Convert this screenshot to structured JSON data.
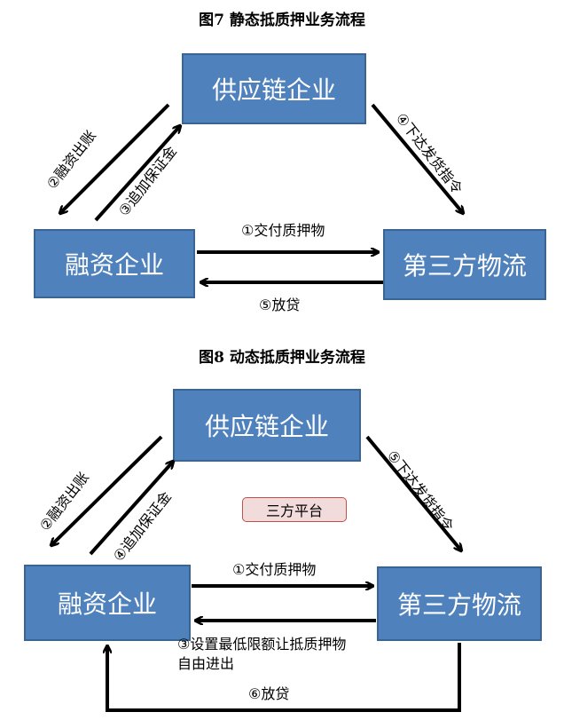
{
  "fig7": {
    "title": "图7 静态抵质押业务流程",
    "nodes": {
      "supply_chain": "供应链企业",
      "financing": "融资企业",
      "logistics": "第三方物流"
    },
    "edges": {
      "deliver_pledge": "①交付质押物",
      "financing_bill": "②融资出账",
      "add_margin": "③追加保证金",
      "issue_delivery": "④下达发货指令",
      "release_loan": "⑤放贷"
    }
  },
  "fig8": {
    "title": "图8 动态抵质押业务流程",
    "nodes": {
      "supply_chain": "供应链企业",
      "financing": "融资企业",
      "logistics": "第三方物流",
      "platform": "三方平台"
    },
    "edges": {
      "deliver_pledge": "①交付质押物",
      "financing_bill": "②融资出账",
      "set_minimum": "③设置最低限额让抵质押物",
      "set_minimum_line2": "自由进出",
      "add_margin": "④追加保证金",
      "issue_delivery": "⑤下达发货指令",
      "release_loan": "⑥放贷"
    }
  }
}
